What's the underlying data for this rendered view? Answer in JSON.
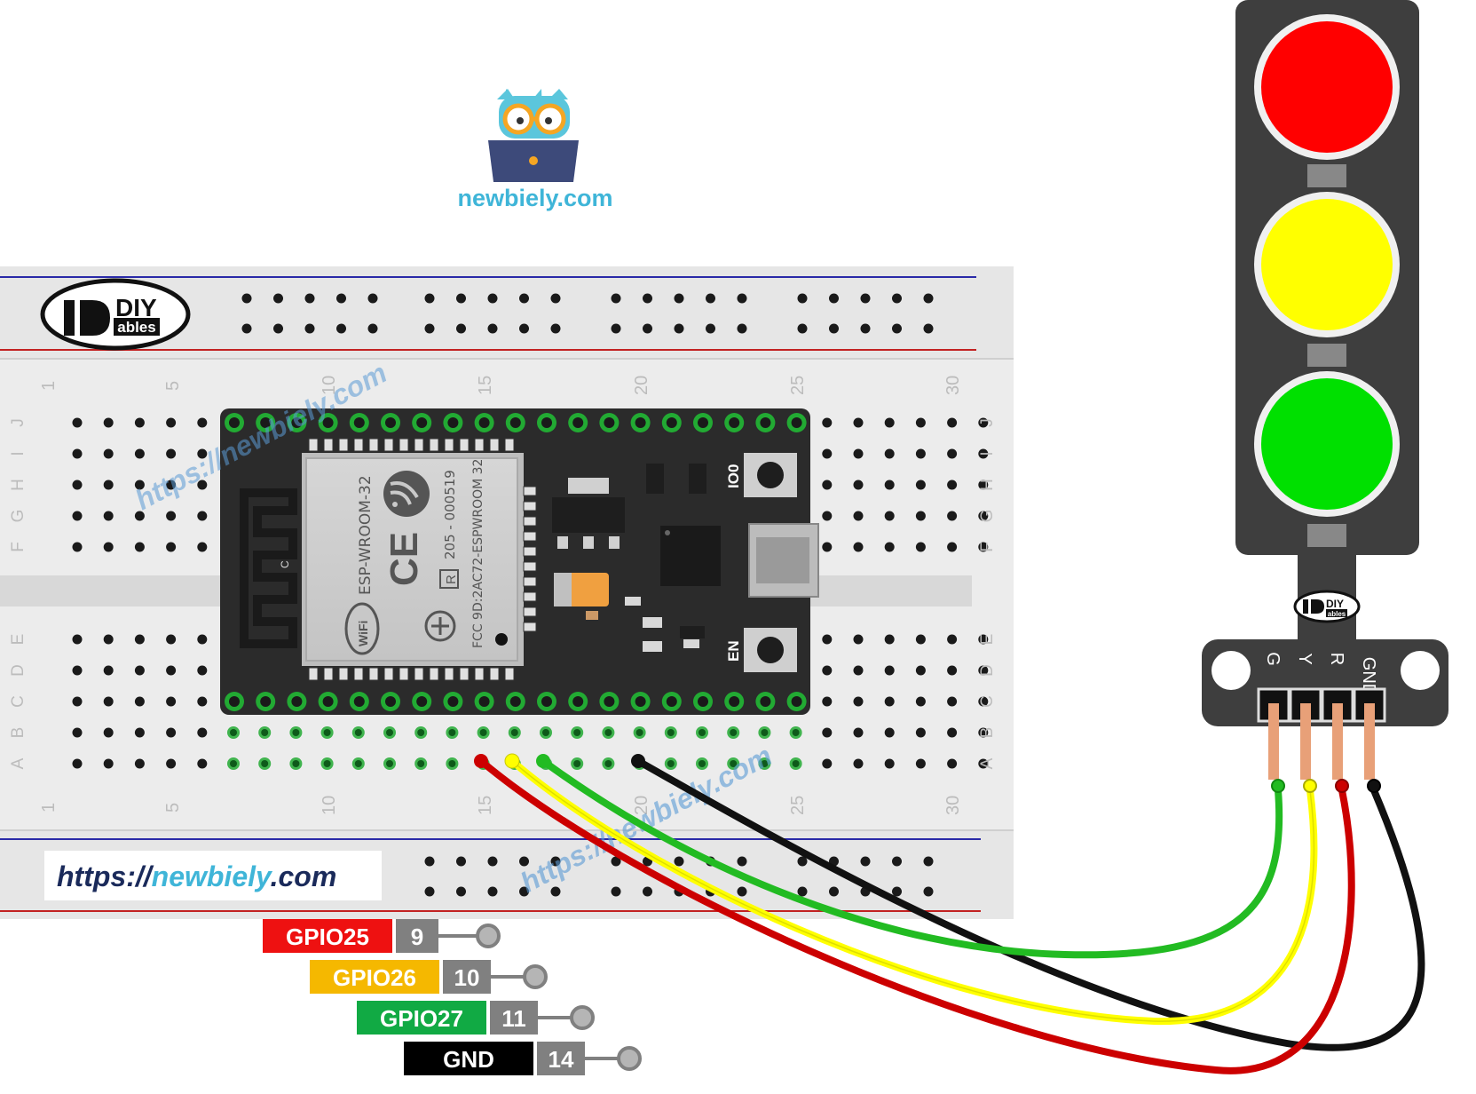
{
  "logo": {
    "site": "newbiely.com"
  },
  "diyables": {
    "line1": "DIY",
    "line2": "ables"
  },
  "watermark": {
    "url": "https://newbiely.com",
    "url_prefix": "https://",
    "url_name": "newbiely",
    "url_suffix": ".com",
    "diagonal_text": "https://newbiely.com"
  },
  "breadboard": {
    "column_numbers": [
      "1",
      "5",
      "10",
      "15",
      "20",
      "25",
      "30"
    ],
    "row_letters_top": [
      "J",
      "I",
      "H",
      "G",
      "F"
    ],
    "row_letters_bottom": [
      "E",
      "D",
      "C",
      "B",
      "A"
    ]
  },
  "esp32": {
    "module_text": [
      "ESP-WROOM-32",
      "205 - 000519",
      "FCC 9D:2AC72-ESPWROOM 32"
    ],
    "button_io0": "IO0",
    "button_en": "EN",
    "wifi_label": "WiFi",
    "ce_mark": "CE",
    "r_mark": "R",
    "c_mark": "C"
  },
  "traffic_light": {
    "pins": [
      "G",
      "Y",
      "R",
      "GND"
    ],
    "lights": [
      {
        "name": "red",
        "color": "#ff0000"
      },
      {
        "name": "yellow",
        "color": "#ffff00"
      },
      {
        "name": "green",
        "color": "#00e000"
      }
    ]
  },
  "pin_legend": [
    {
      "gpio": "GPIO25",
      "pin": "9",
      "color": "#ee1111",
      "text_color": "#ffffff"
    },
    {
      "gpio": "GPIO26",
      "pin": "10",
      "color": "#f5b800",
      "text_color": "#ffffff"
    },
    {
      "gpio": "GPIO27",
      "pin": "11",
      "color": "#11aa44",
      "text_color": "#ffffff"
    },
    {
      "gpio": "GND",
      "pin": "14",
      "color": "#000000",
      "text_color": "#ffffff"
    }
  ],
  "colors": {
    "wire_red": "#cc0000",
    "wire_yellow": "#ffff00",
    "wire_green": "#22bb22",
    "wire_black": "#111111",
    "breadboard": "#ececec",
    "board": "#2b2b2b",
    "pin_ring": "#22aa33"
  }
}
